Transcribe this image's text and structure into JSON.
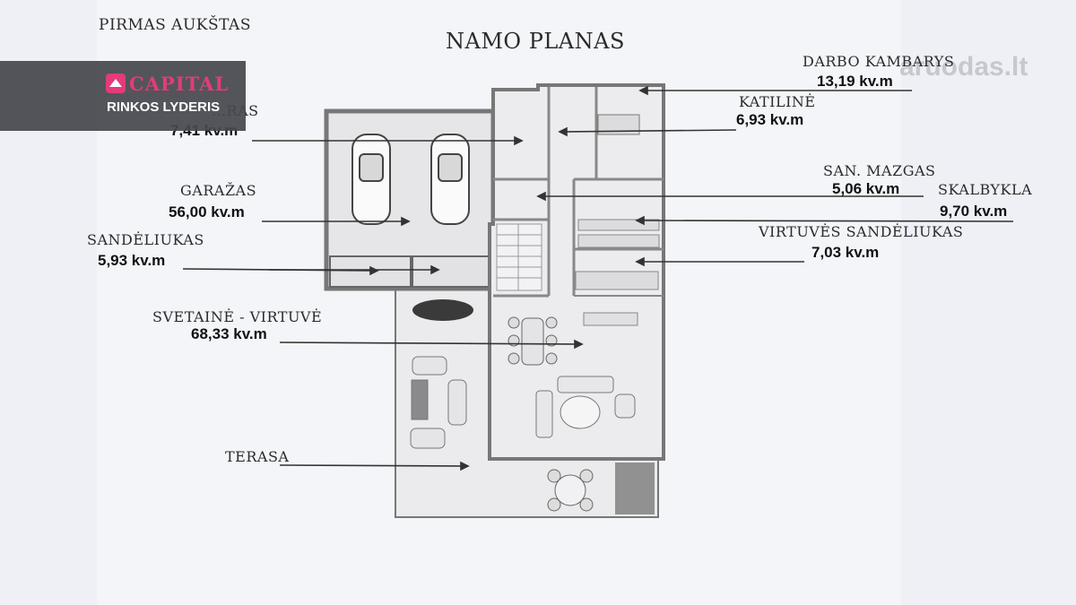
{
  "header": {
    "floor_label": "PIRMAS AUKŠTAS",
    "title": "NAMO PLANAS"
  },
  "badge": {
    "brand": "CAPITAL",
    "tagline": "RINKOS LYDERIS"
  },
  "watermark": "aruodas.lt",
  "rooms": {
    "prieangis": {
      "name": "…RAS",
      "area": "7,41 kv.m"
    },
    "garazas": {
      "name": "GARAŽAS",
      "area": "56,00 kv.m"
    },
    "sandeliukas": {
      "name": "SANDĖLIUKAS",
      "area": "5,93 kv.m"
    },
    "svetaine": {
      "name": "SVETAINĖ - VIRTUVĖ",
      "area": "68,33 kv.m"
    },
    "terasa": {
      "name": "TERASA"
    },
    "darbo": {
      "name": "DARBO KAMBARYS",
      "area": "13,19 kv.m"
    },
    "katiline": {
      "name": "KATILINĖ",
      "area": "6,93 kv.m"
    },
    "san_mazgas": {
      "name": "SAN. MAZGAS",
      "area": "5,06 kv.m"
    },
    "skalbykla": {
      "name": "SKALBYKLA",
      "area": "9,70 kv.m"
    },
    "virtuves_sand": {
      "name": "VIRTUVĖS SANDĖLIUKAS",
      "area": "7,03 kv.m"
    }
  }
}
